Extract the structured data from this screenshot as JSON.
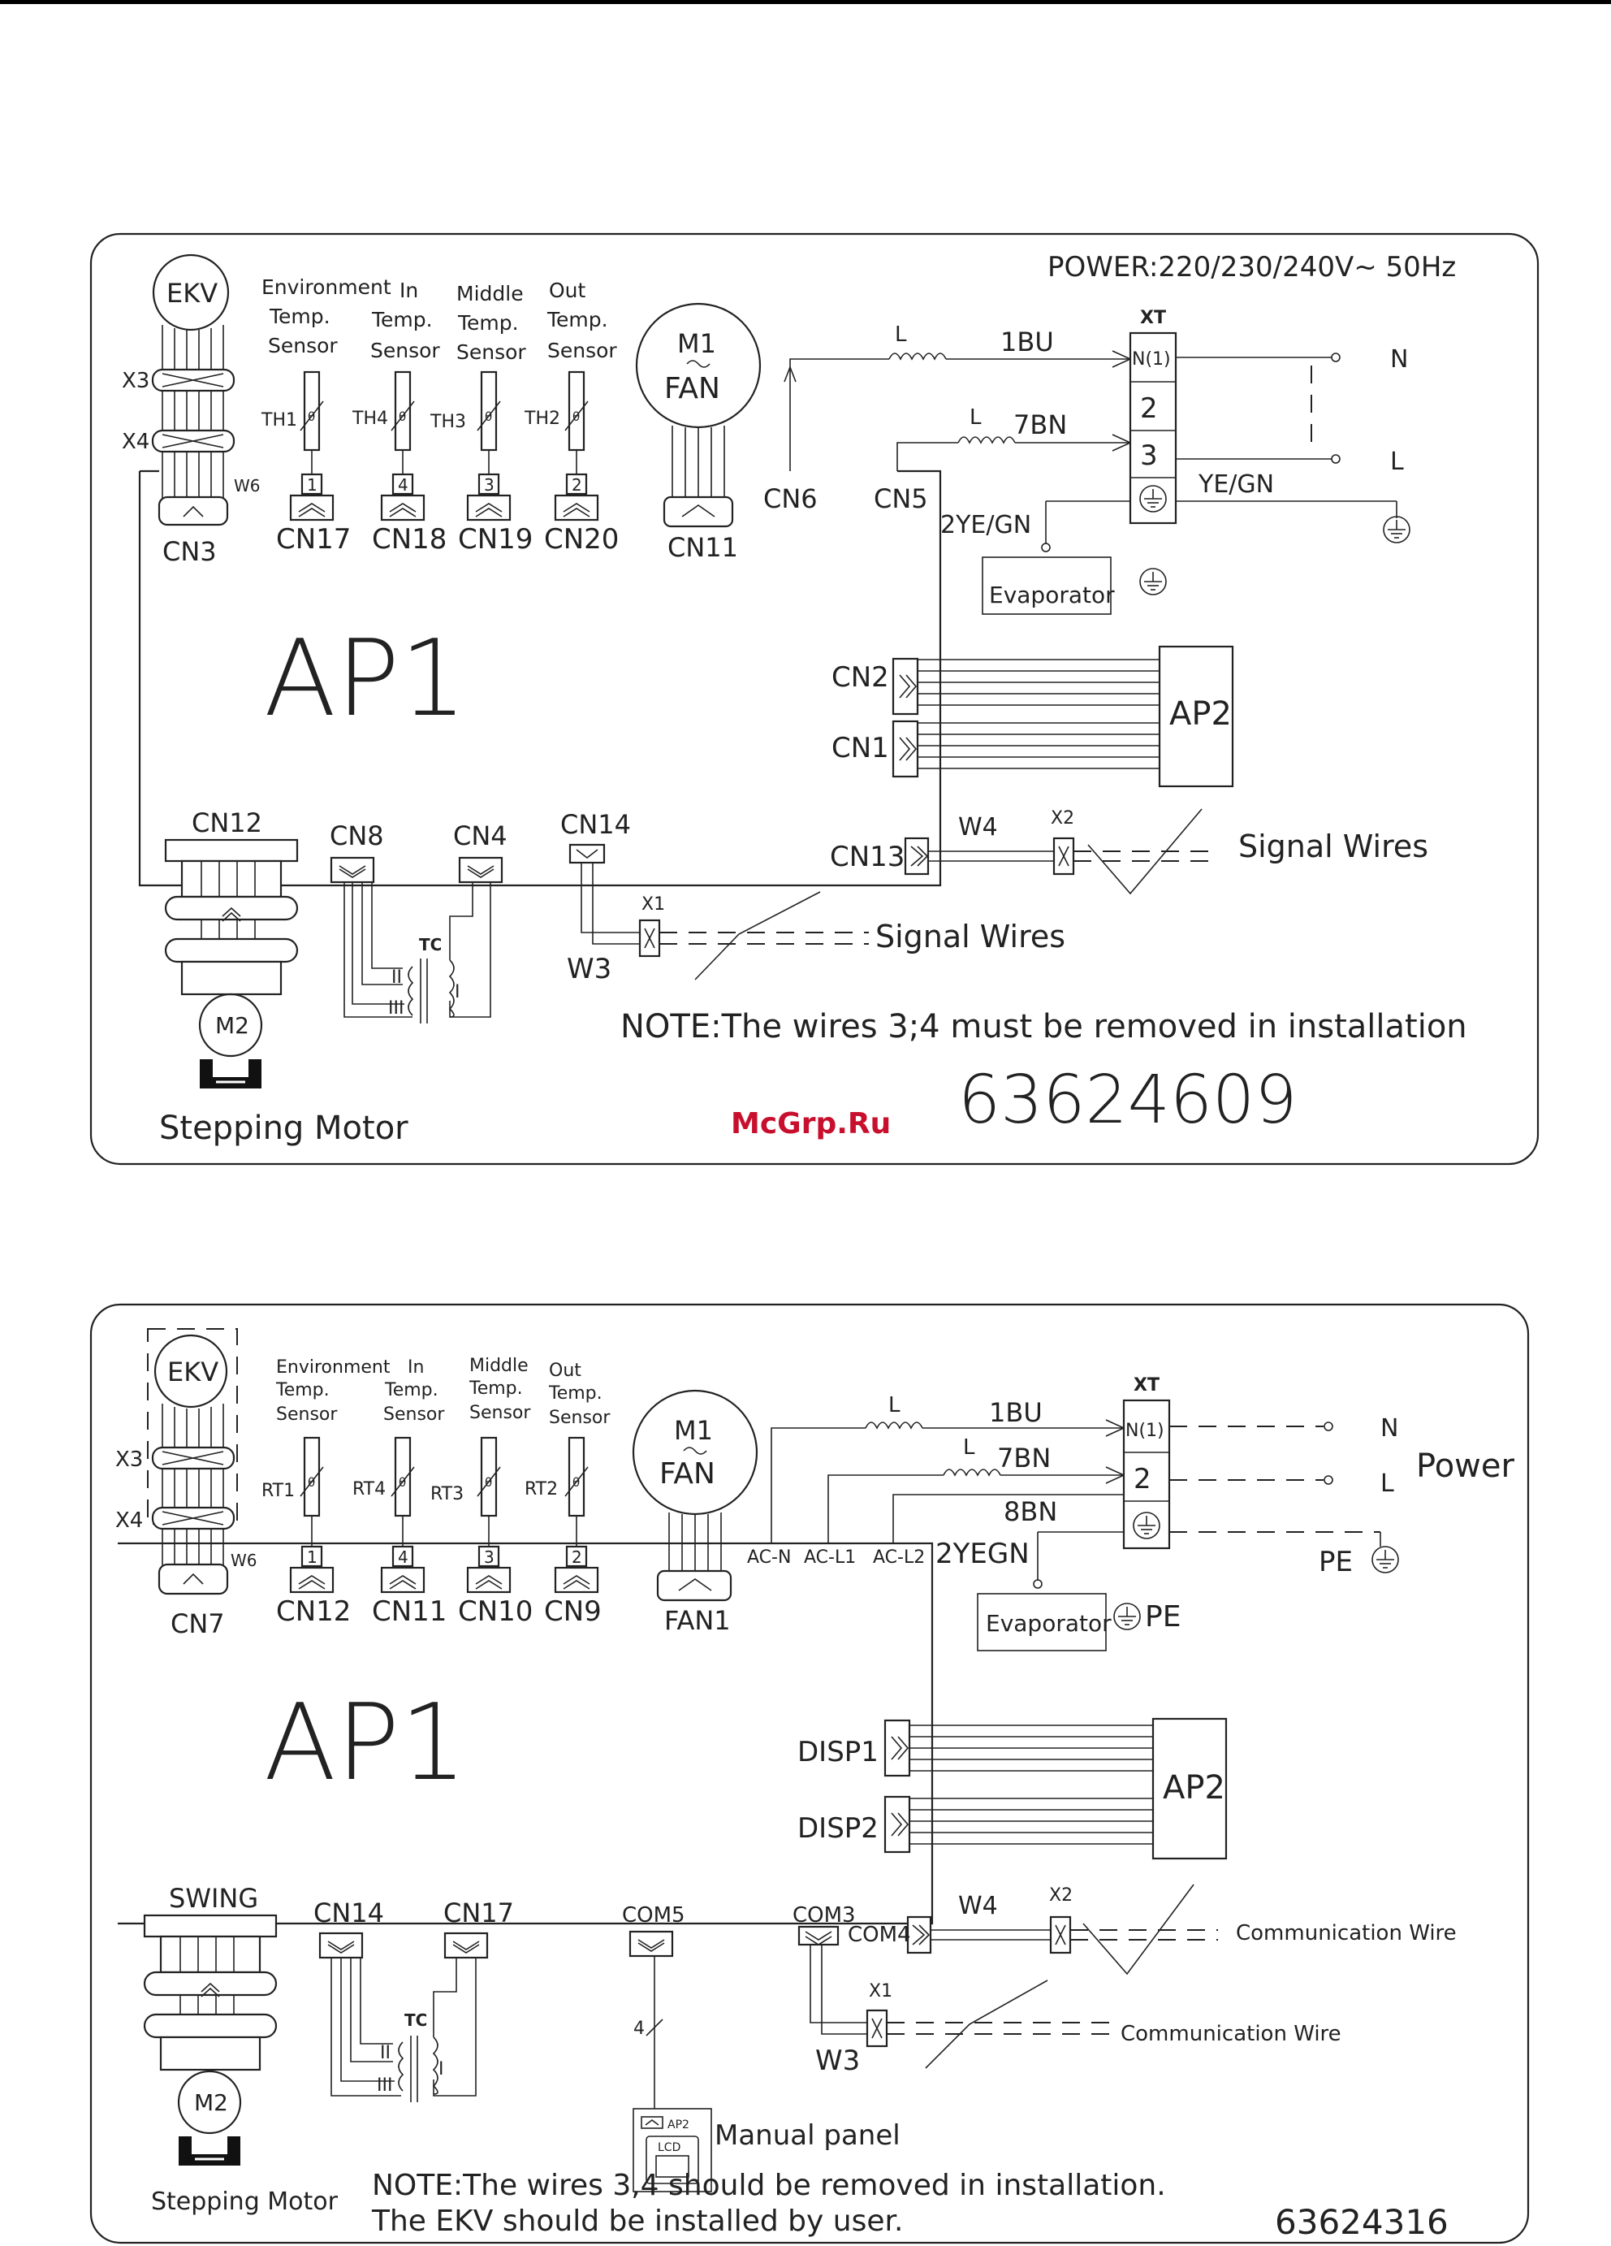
{
  "diagram1": {
    "power": "POWER:220/230/240V~  50Hz",
    "ekv": "EKV",
    "x3": "X3",
    "x4": "X4",
    "w6": "W6",
    "cn3": "CN3",
    "sensor1": [
      "Environment",
      "Temp.",
      "Sensor"
    ],
    "sensor2": [
      "In",
      "Temp.",
      "Sensor"
    ],
    "sensor3": [
      "Middle",
      "Temp.",
      "Sensor"
    ],
    "sensor4": [
      "Out",
      "Temp.",
      "Sensor"
    ],
    "th": [
      "TH1",
      "TH4",
      "TH3",
      "TH2"
    ],
    "pins": [
      "1",
      "4",
      "3",
      "2"
    ],
    "cns": [
      "CN17",
      "CN18",
      "CN19",
      "CN20"
    ],
    "m1": "M1",
    "fan": "FAN",
    "cn11": "CN11",
    "cn6": "CN6",
    "cn5": "CN5",
    "l1": "L",
    "bu": "1BU",
    "l2": "L",
    "bn": "7BN",
    "xt": "XT",
    "t1": "N(1)",
    "t2": "2",
    "t3": "3",
    "n": "N",
    "l": "L",
    "yegn": "YE/GN",
    "yegn2": "2YE/GN",
    "evap": "Evaporator",
    "ap1": "AP1",
    "ap2": "AP2",
    "cn2": "CN2",
    "cn1": "CN1",
    "cn12": "CN12",
    "cn8": "CN8",
    "cn4": "CN4",
    "cn14": "CN14",
    "cn13": "CN13",
    "w4": "W4",
    "x2": "X2",
    "signal1": "Signal  Wires",
    "x1": "X1",
    "w3": "W3",
    "signal2": "Signal  Wires",
    "tc": "TC",
    "coil2": "II",
    "coil3": "III",
    "coil1": "I",
    "m2": "M2",
    "stepping": "Stepping  Motor",
    "note": "NOTE:The  wires  3;4  must  be  removed  in  installation",
    "watermark": "McGrp.Ru",
    "code": "63624609"
  },
  "diagram2": {
    "ekv": "EKV",
    "x3": "X3",
    "x4": "X4",
    "w6": "W6",
    "cn7": "CN7",
    "sensor1": [
      "Environment",
      "Temp.",
      "Sensor"
    ],
    "sensor2": [
      "In",
      "Temp.",
      "Sensor"
    ],
    "sensor3": [
      "Middle",
      "Temp.",
      "Sensor"
    ],
    "sensor4": [
      "Out",
      "Temp.",
      "Sensor"
    ],
    "rt": [
      "RT1",
      "RT4",
      "RT3",
      "RT2"
    ],
    "pins": [
      "1",
      "4",
      "3",
      "2"
    ],
    "cns": [
      "CN12",
      "CN11",
      "CN10",
      "CN9"
    ],
    "m1": "M1",
    "fan": "FAN",
    "fan1": "FAN1",
    "acn": "AC-N",
    "acl1": "AC-L1",
    "acl2": "AC-L2",
    "l1": "L",
    "bu": "1BU",
    "l2": "L",
    "bn": "7BN",
    "bn8": "8BN",
    "yegn": "2YEGN",
    "xt": "XT",
    "t1": "N(1)",
    "t2": "2",
    "n": "N",
    "l": "L",
    "power": "Power",
    "pe": "PE",
    "evap": "Evaporator",
    "pe2": "PE",
    "ap1": "AP1",
    "ap2": "AP2",
    "disp1": "DISP1",
    "disp2": "DISP2",
    "swing": "SWING",
    "cn14": "CN14",
    "cn17": "CN17",
    "com5": "COM5",
    "com3": "COM3",
    "com4": "COM4",
    "w4": "W4",
    "x2": "X2",
    "comm1": "Communication  Wire",
    "x1": "X1",
    "w3": "W3",
    "comm2": "Communication  Wire",
    "tc": "TC",
    "coil2": "II",
    "coil3": "III",
    "coil1": "I",
    "four": "4",
    "panel_ap2": "AP2",
    "lcd": "LCD",
    "manual": "Manual  panel",
    "m2": "M2",
    "stepping": "Stepping  Motor",
    "note1": "NOTE:The  wires  3,4  should  be  removed  in  installation.",
    "note2": "The  EKV  should  be  installed  by  user.",
    "code": "63624316"
  }
}
